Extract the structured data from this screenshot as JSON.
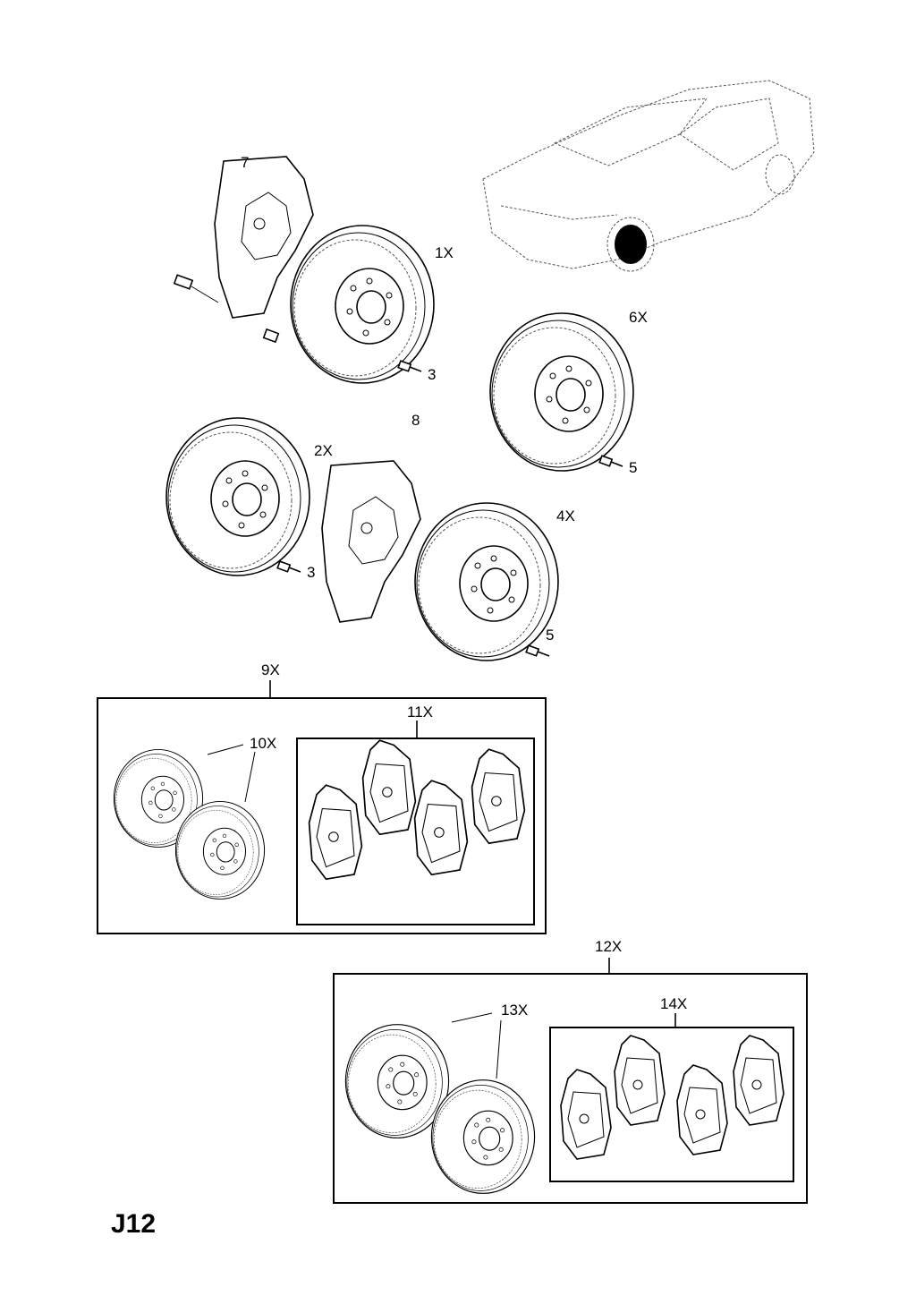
{
  "page_code": "J12",
  "labels": {
    "p7": "7",
    "p1x": "1X",
    "p3a": "3",
    "p8": "8",
    "p6x": "6X",
    "p5a": "5",
    "p2x": "2X",
    "p3b": "3",
    "p4x": "4X",
    "p5b": "5",
    "p9x": "9X",
    "p11x": "11X",
    "p10x": "10X",
    "p12x": "12X",
    "p13x": "13X",
    "p14x": "14X"
  }
}
